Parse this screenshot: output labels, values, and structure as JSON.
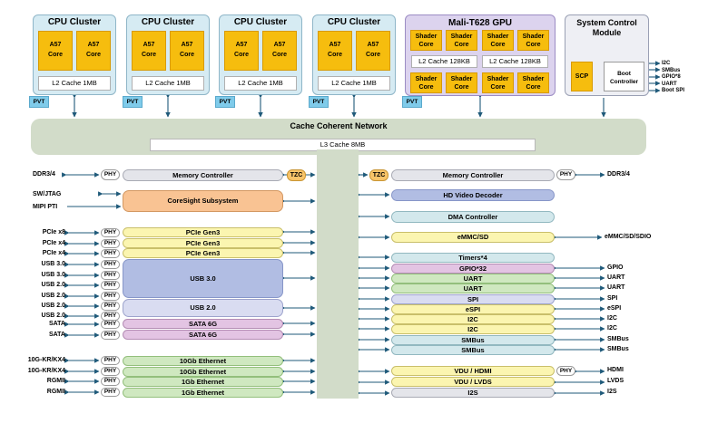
{
  "cpu_clusters": [
    {
      "title": "CPU Cluster",
      "cores": [
        "A57\nCore",
        "A57\nCore"
      ],
      "l2": "L2 Cache 1MB",
      "pvt": "PVT"
    },
    {
      "title": "CPU Cluster",
      "cores": [
        "A57\nCore",
        "A57\nCore"
      ],
      "l2": "L2 Cache 1MB",
      "pvt": "PVT"
    },
    {
      "title": "CPU Cluster",
      "cores": [
        "A57\nCore",
        "A57\nCore"
      ],
      "l2": "L2 Cache 1MB",
      "pvt": "PVT"
    },
    {
      "title": "CPU Cluster",
      "cores": [
        "A57\nCore",
        "A57\nCore"
      ],
      "l2": "L2 Cache 1MB",
      "pvt": "PVT"
    }
  ],
  "core_label_top": "A57",
  "core_label_bottom": "Core",
  "gpu": {
    "title": "Mali-T628 GPU",
    "shader_top": "Shader",
    "shader_bottom": "Core",
    "l2_left": "L2 Cache 128KB",
    "l2_right": "L2 Cache 128KB",
    "pvt": "PVT"
  },
  "scm": {
    "title_line1": "System Control",
    "title_line2": "Module",
    "scp": "SCP",
    "boot_line1": "Boot",
    "boot_line2": "Controller",
    "interfaces": [
      "I2C",
      "SMBus",
      "GPIO*8",
      "UART",
      "Boot SPI"
    ]
  },
  "ccn": {
    "title": "Cache Coherent Network",
    "l3": "L3 Cache 8MB"
  },
  "left": {
    "ddr_label": "DDR3/4",
    "phy": "PHY",
    "mem_ctrl": "Memory Controller",
    "tzc": "TZC",
    "swjtag": "SW/JTAG",
    "mipi": "MIPI PTI",
    "coresight": "CoreSight Subsystem",
    "rows": [
      {
        "ext": "PCIe x8",
        "phy": "PHY"
      },
      {
        "ext": "PCIe x4",
        "phy": "PHY"
      },
      {
        "ext": "PCIe x4",
        "phy": "PHY"
      },
      {
        "ext": "USB 3.0",
        "phy": "PHY"
      },
      {
        "ext": "USB 3.0",
        "phy": "PHY"
      },
      {
        "ext": "USB 2.0",
        "phy": "PHY"
      },
      {
        "ext": "USB 2.0",
        "phy": "PHY"
      },
      {
        "ext": "USB 2.0",
        "phy": "PHY"
      },
      {
        "ext": "USB 2.0",
        "phy": "PHY"
      },
      {
        "ext": "SATA",
        "phy": "PHY"
      },
      {
        "ext": "SATA",
        "phy": "PHY"
      }
    ],
    "pcie": [
      "PCIe Gen3",
      "PCIe Gen3",
      "PCIe Gen3"
    ],
    "usb3": "USB 3.0",
    "usb2": "USB 2.0",
    "sata": [
      "SATA 6G",
      "SATA 6G"
    ],
    "eth_rows": [
      {
        "ext": "10G-KR/KX4",
        "phy": "PHY",
        "block": "10Gb Ethernet"
      },
      {
        "ext": "10G-KR/KX4",
        "phy": "PHY",
        "block": "10Gb Ethernet"
      },
      {
        "ext": "RGMII",
        "phy": "PHY",
        "block": "1Gb Ethernet"
      },
      {
        "ext": "RGMII",
        "phy": "PHY",
        "block": "1Gb Ethernet"
      }
    ]
  },
  "right": {
    "tzc": "TZC",
    "mem_ctrl": "Memory Controller",
    "phy": "PHY",
    "ddr_label": "DDR3/4",
    "hd_video": "HD Video Decoder",
    "dma": "DMA Controller",
    "emmc": "eMMC/SD",
    "emmc_ext": "eMMC/SD/SDIO",
    "timers": "Timers*4",
    "io_rows": [
      {
        "block": "GPIO*32",
        "ext": "GPIO"
      },
      {
        "block": "UART",
        "ext": "UART"
      },
      {
        "block": "UART",
        "ext": "UART"
      },
      {
        "block": "SPI",
        "ext": "SPI"
      },
      {
        "block": "eSPI",
        "ext": "eSPI"
      },
      {
        "block": "I2C",
        "ext": "I2C"
      },
      {
        "block": "I2C",
        "ext": "I2C"
      },
      {
        "block": "SMBus",
        "ext": "SMBus"
      },
      {
        "block": "SMBus",
        "ext": "SMBus"
      }
    ],
    "vdu_hdmi": "VDU / HDMI",
    "vdu_phy": "PHY",
    "hdmi_ext": "HDMI",
    "vdu_lvds": "VDU / LVDS",
    "lvds_ext": "LVDS",
    "i2s": "I2S",
    "i2s_ext": "I2S"
  }
}
